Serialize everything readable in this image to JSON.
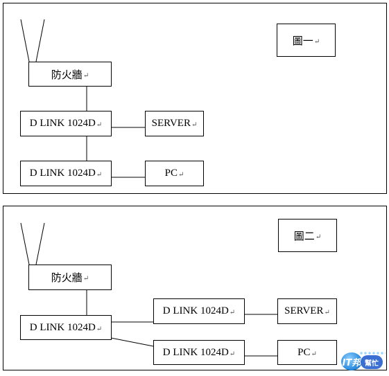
{
  "figure1": {
    "label": "圖一",
    "firewall": "防火牆",
    "switch1": "D LINK 1024D",
    "switch2": "D LINK 1024D",
    "server": "SERVER",
    "pc": "PC"
  },
  "figure2": {
    "label": "圖二",
    "firewall": "防火牆",
    "switch_main": "D LINK 1024D",
    "switch_server": "D LINK 1024D",
    "switch_pc": "D LINK 1024D",
    "server": "SERVER",
    "pc": "PC"
  },
  "paragraph_mark": "↵",
  "watermark": {
    "badge": "IT邦",
    "sub": "幫忙"
  }
}
